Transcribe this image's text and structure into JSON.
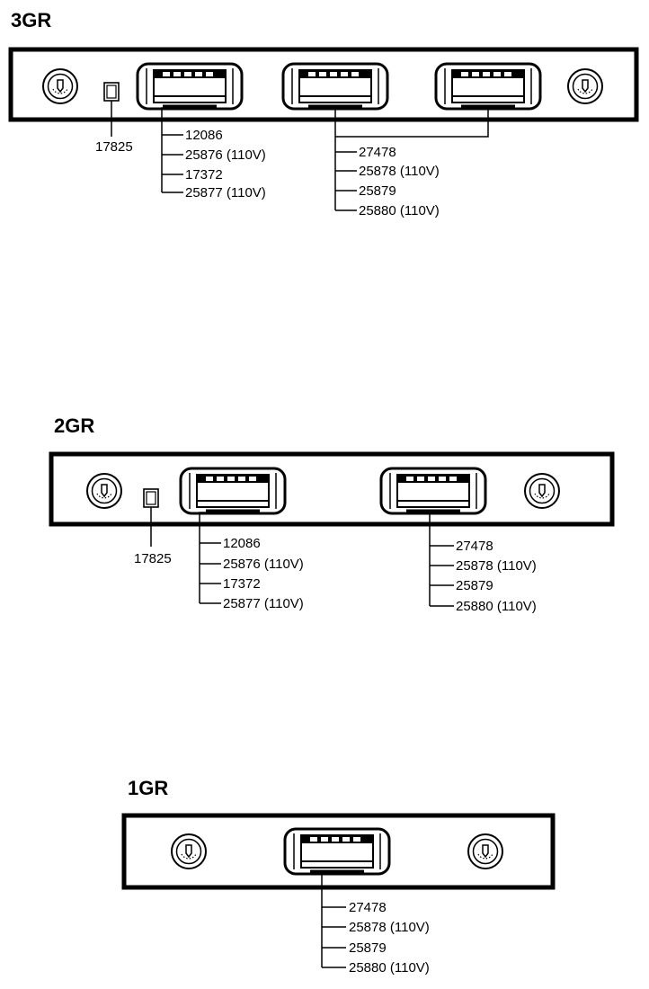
{
  "panels": [
    {
      "title": "3GR",
      "thermostat_part": "17825",
      "left_parts": [
        "12086",
        "25876 (110V)",
        "17372",
        "25877 (110V)"
      ],
      "right_parts": [
        "27478",
        "25878 (110V)",
        "25879",
        "25880 (110V)"
      ]
    },
    {
      "title": "2GR",
      "thermostat_part": "17825",
      "left_parts": [
        "12086",
        "25876 (110V)",
        "17372",
        "25877 (110V)"
      ],
      "right_parts": [
        "27478",
        "25878 (110V)",
        "25879",
        "25880 (110V)"
      ]
    },
    {
      "title": "1GR",
      "parts": [
        "27478",
        "25878 (110V)",
        "25879",
        "25880 (110V)"
      ]
    }
  ],
  "icons": {
    "knob": "control-knob-icon",
    "light": "indicator-light-icon",
    "window": "sight-glass-window-icon"
  }
}
